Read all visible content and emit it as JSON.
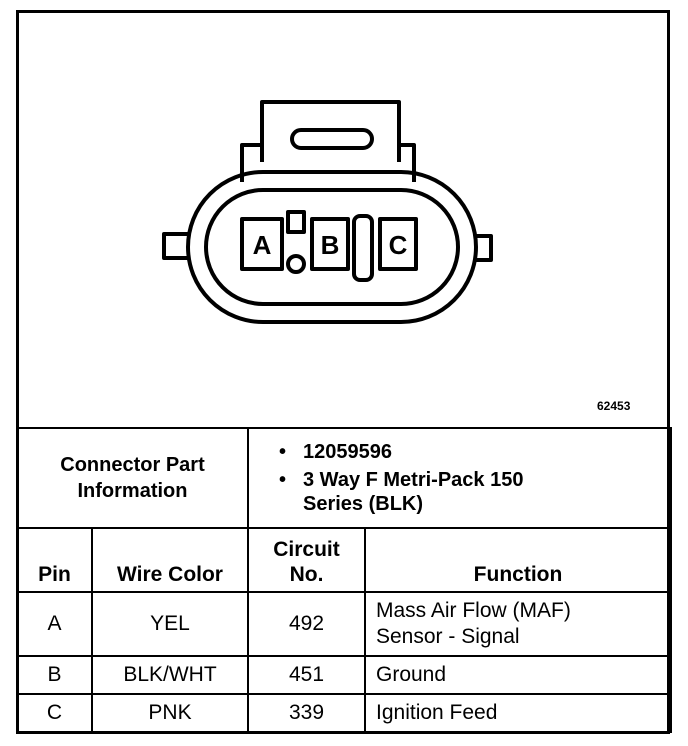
{
  "figure_number": "62453",
  "connector": {
    "pins": [
      "A",
      "B",
      "C"
    ]
  },
  "part_info": {
    "label": "Connector Part Information",
    "bullets": [
      "12059596",
      "3 Way F Metri-Pack 150 Series (BLK)"
    ]
  },
  "table": {
    "headers": {
      "pin": "Pin",
      "wire_color": "Wire Color",
      "circuit": "Circuit No.",
      "function": "Function"
    },
    "rows": [
      {
        "pin": "A",
        "wire_color": "YEL",
        "circuit": "492",
        "function": "Mass Air Flow (MAF) Sensor - Signal"
      },
      {
        "pin": "B",
        "wire_color": "BLK/WHT",
        "circuit": "451",
        "function": "Ground"
      },
      {
        "pin": "C",
        "wire_color": "PNK",
        "circuit": "339",
        "function": "Ignition Feed"
      }
    ]
  }
}
